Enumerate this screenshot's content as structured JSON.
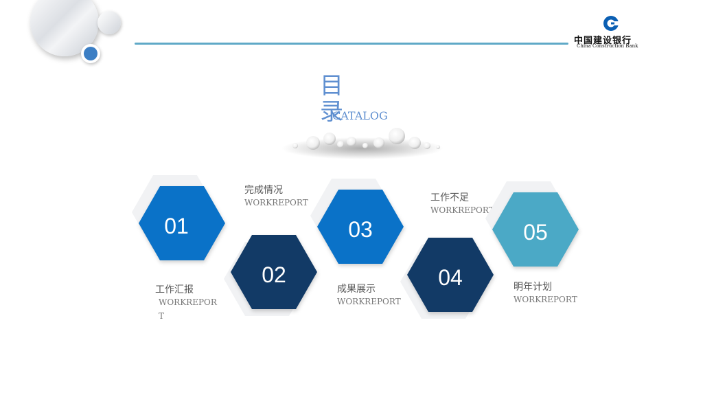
{
  "header": {
    "logo_cn": "中国建设银行",
    "logo_en": "China  Construction  Bank"
  },
  "title": {
    "cn": "目录",
    "en": "CATALOG"
  },
  "items": [
    {
      "num": "01",
      "cn": "工作汇报",
      "en": "WORKREPOR",
      "en2": "T",
      "color": "#0a72c8"
    },
    {
      "num": "02",
      "cn": "完成情况",
      "en": "WORKREPORT",
      "color": "#123a66"
    },
    {
      "num": "03",
      "cn": "成果展示",
      "en": "WORKREPORT",
      "color": "#0a72c8"
    },
    {
      "num": "04",
      "cn": "工作不足",
      "en": "WORKREPORT",
      "color": "#123a66"
    },
    {
      "num": "05",
      "cn": "明年计划",
      "en": "WORKREPORT",
      "color": "#4ba9c6"
    }
  ]
}
